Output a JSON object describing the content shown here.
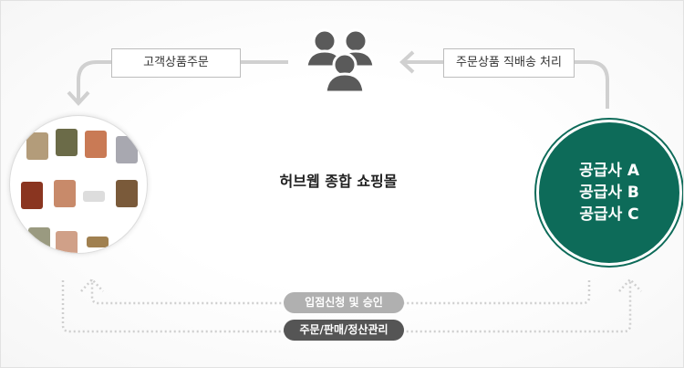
{
  "labels": {
    "customer_order": "고객상품주문",
    "direct_shipping": "주문상품 직배송 처리",
    "hub_title": "허브웹 종합 쇼핑몰",
    "apply_approve": "입점신청 및 승인",
    "order_manage": "주문/판매/정산관리"
  },
  "suppliers": [
    "공급사 A",
    "공급사 B",
    "공급사 C"
  ],
  "colors": {
    "supplier": "#0d6b59",
    "pill_light": "#b0b0b0",
    "pill_dark": "#555555",
    "icon": "#5a5a5a"
  },
  "icons": {
    "customers": "users-group-icon"
  }
}
